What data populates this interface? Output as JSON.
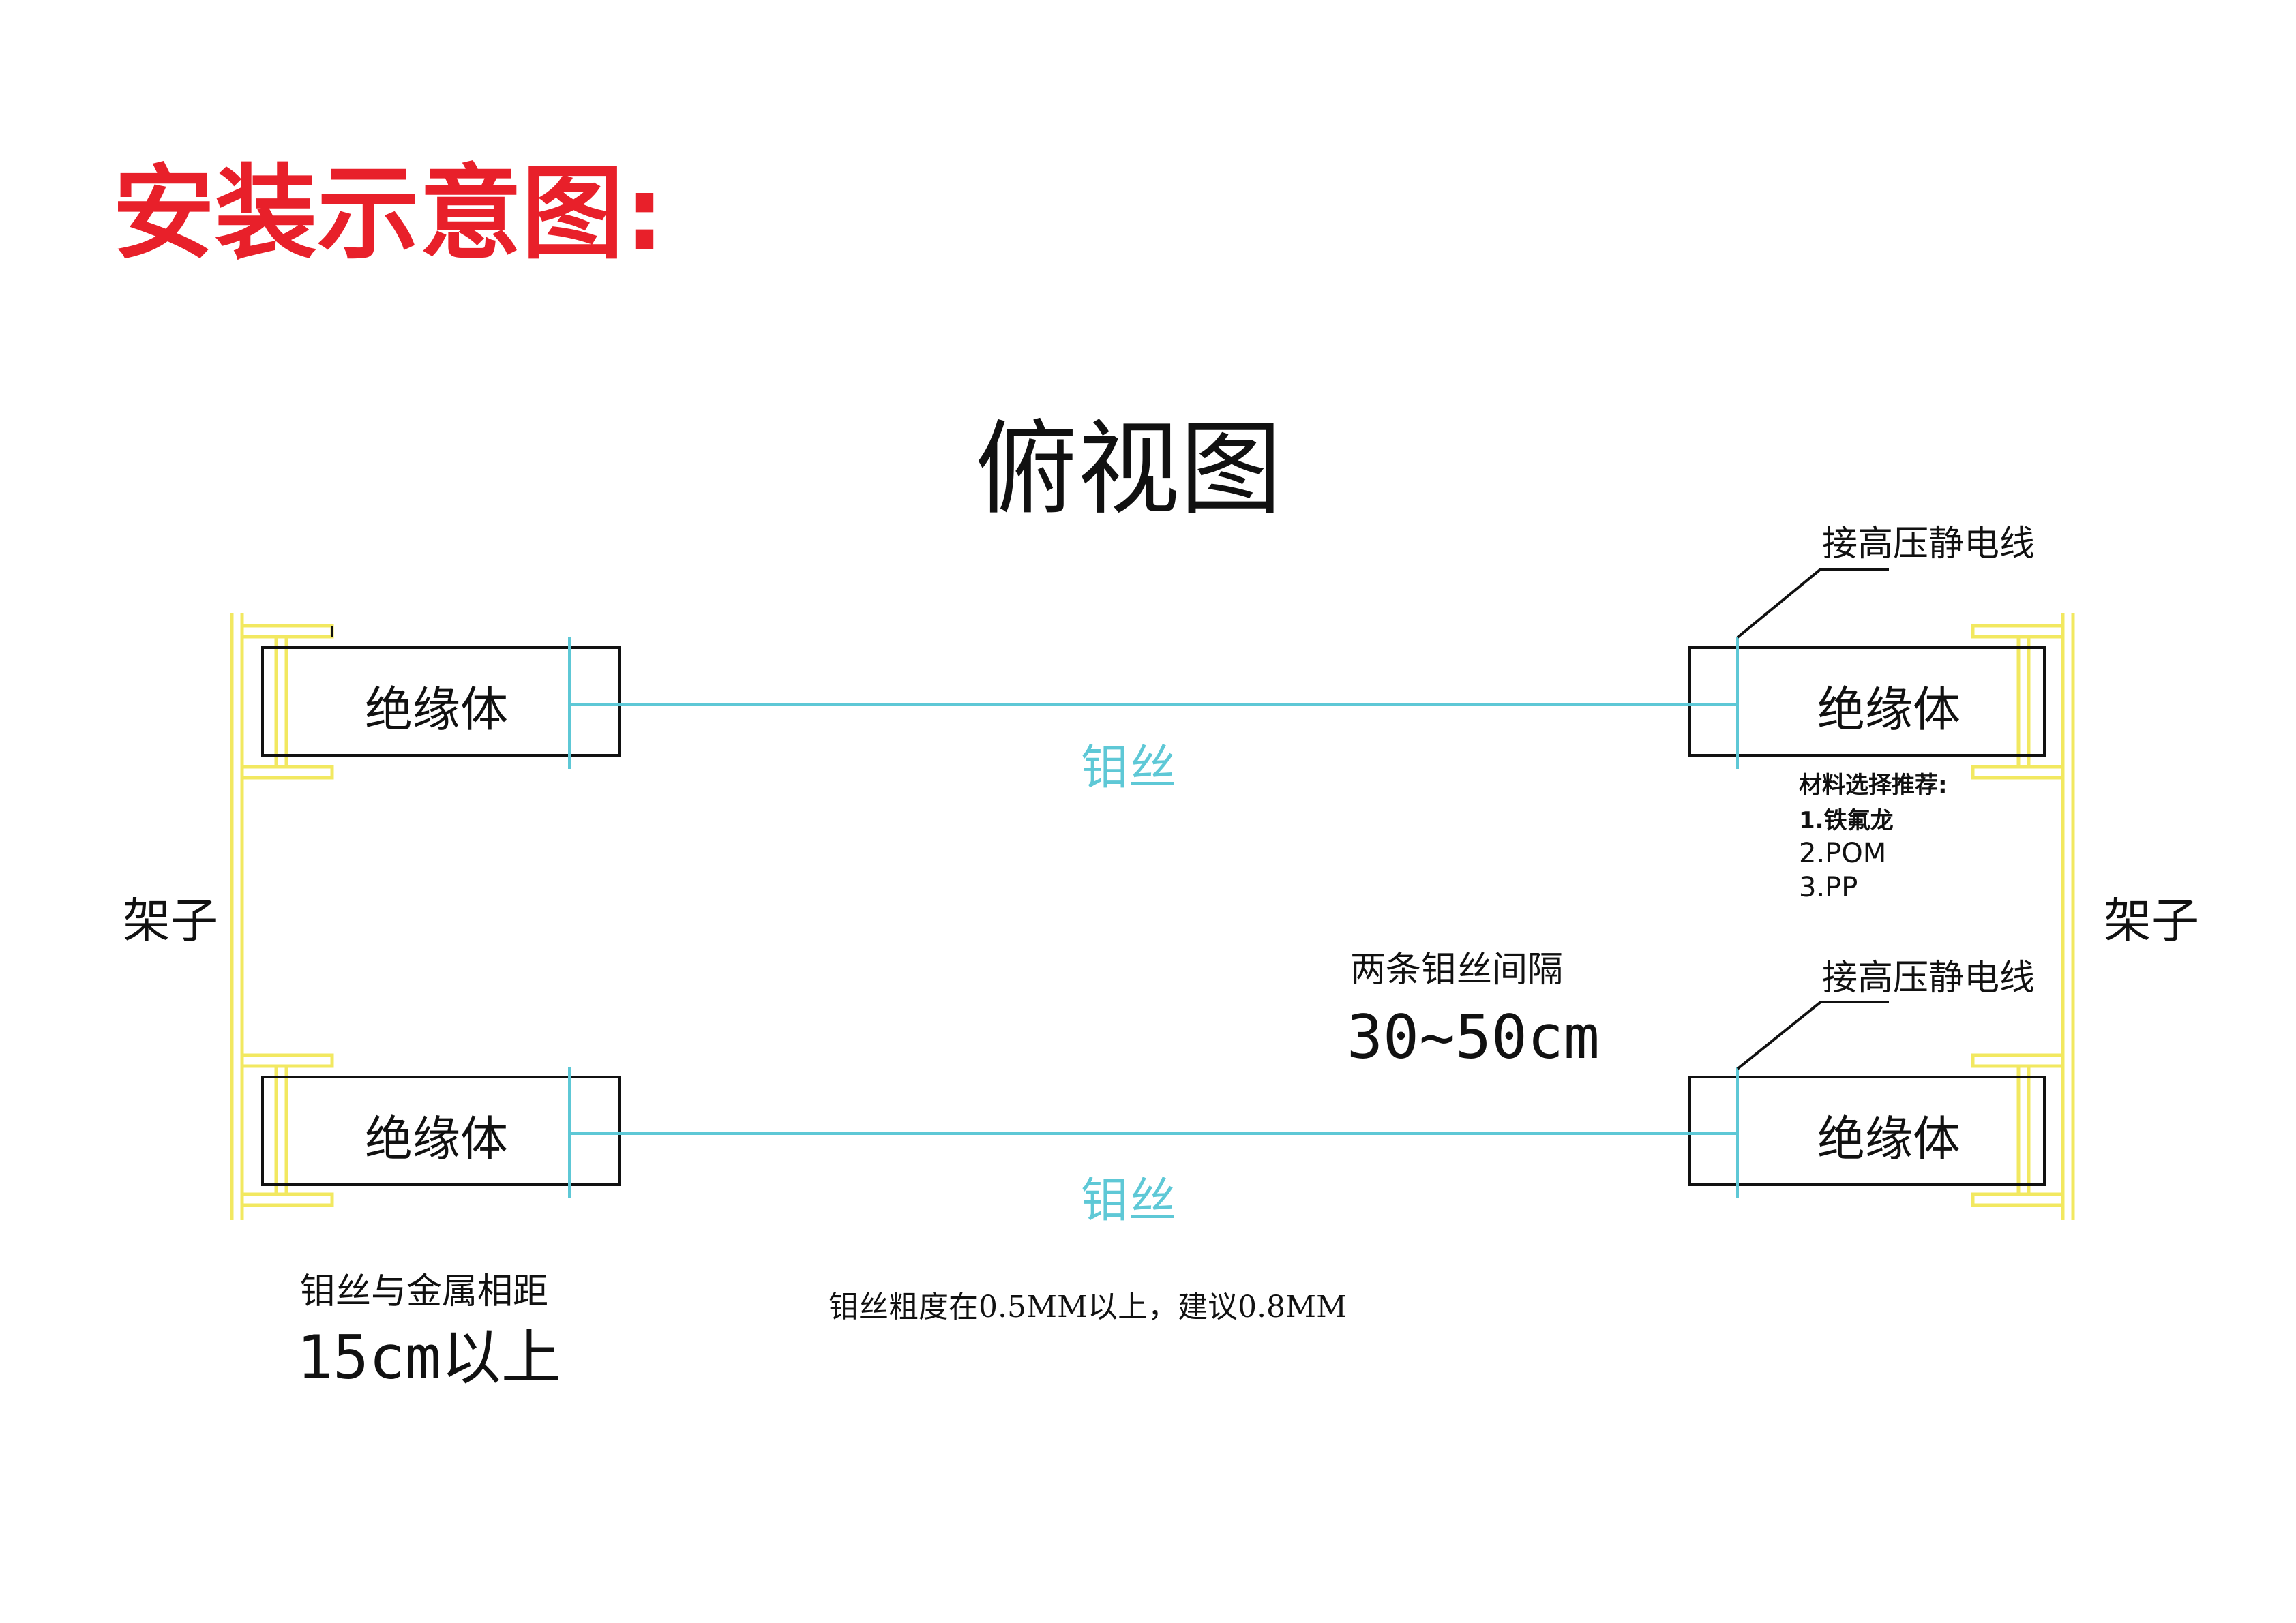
{
  "title": "安装示意图:",
  "view_title": "俯视图",
  "insulator_label": "绝缘体",
  "wire_label": "钼丝",
  "rack_label": "架子",
  "hv_label": "接高压静电线",
  "materials": {
    "heading": "材料选择推荐:",
    "items": [
      "1.铁氟龙",
      "2.POM",
      "3.PP"
    ]
  },
  "spacing": {
    "label": "两条钼丝间隔",
    "value": "30~50cm"
  },
  "distance": {
    "label": "钼丝与金属相距",
    "value": "15cm以上"
  },
  "note": "钼丝粗度在0.5MM以上，建议0.8MM",
  "colors": {
    "title": "#e8202a",
    "wire": "#5ec8d6",
    "rack": "#f2e860",
    "outline": "#111111"
  }
}
